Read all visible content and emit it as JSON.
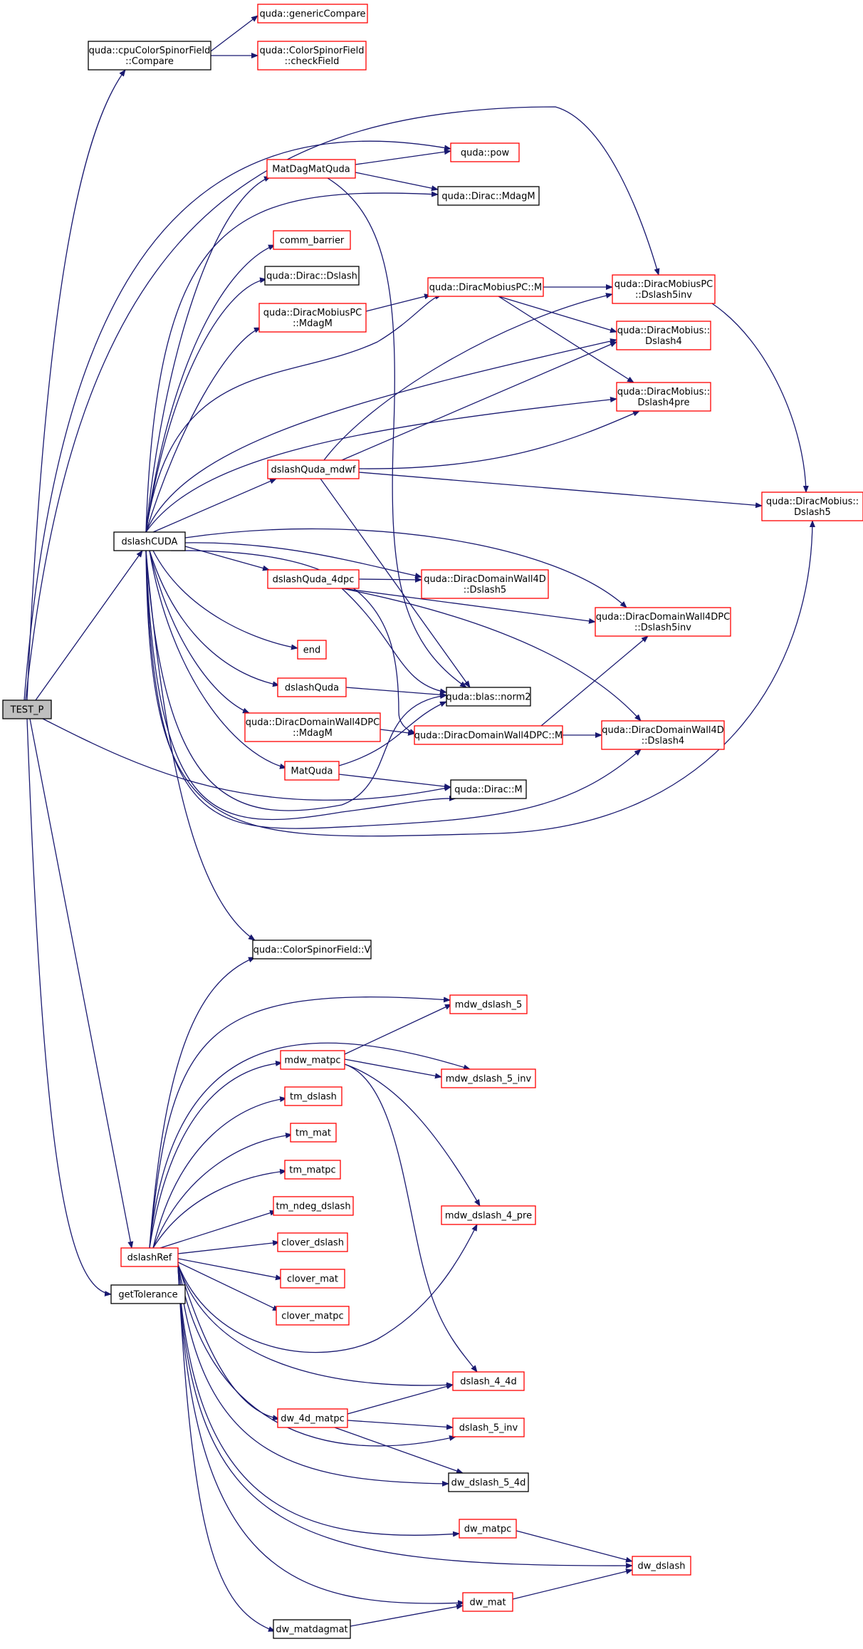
{
  "colors": {
    "edge": "#191970",
    "node_border_red": "#ff0000",
    "node_border_black": "#000000",
    "root_fill": "#bfbfbf",
    "node_fill": "#ffffff"
  },
  "nodes": [
    {
      "id": "test_p",
      "lines": [
        "TEST_P"
      ],
      "style": "root"
    },
    {
      "id": "cpu_compare",
      "lines": [
        "quda::cpuColorSpinorField",
        "::Compare"
      ],
      "style": "black"
    },
    {
      "id": "generic_compare",
      "lines": [
        "quda::genericCompare"
      ],
      "style": "red"
    },
    {
      "id": "check_field",
      "lines": [
        "quda::ColorSpinorField",
        "::checkField"
      ],
      "style": "red"
    },
    {
      "id": "dslash_cuda",
      "lines": [
        "dslashCUDA"
      ],
      "style": "black"
    },
    {
      "id": "dslash_ref",
      "lines": [
        "dslashRef"
      ],
      "style": "red"
    },
    {
      "id": "get_tolerance",
      "lines": [
        "getTolerance"
      ],
      "style": "black"
    },
    {
      "id": "matdagmatquda",
      "lines": [
        "MatDagMatQuda"
      ],
      "style": "red"
    },
    {
      "id": "pow",
      "lines": [
        "quda::pow"
      ],
      "style": "red"
    },
    {
      "id": "mdagm",
      "lines": [
        "quda::Dirac::MdagM"
      ],
      "style": "black"
    },
    {
      "id": "comm_barrier",
      "lines": [
        "comm_barrier"
      ],
      "style": "red"
    },
    {
      "id": "dirac_dslash",
      "lines": [
        "quda::Dirac::Dslash"
      ],
      "style": "black"
    },
    {
      "id": "mobiuspc_mdagm",
      "lines": [
        "quda::DiracMobiusPC",
        "::MdagM"
      ],
      "style": "red"
    },
    {
      "id": "mobiuspc_m",
      "lines": [
        "quda::DiracMobiusPC::M"
      ],
      "style": "red"
    },
    {
      "id": "dslash5inv",
      "lines": [
        "quda::DiracMobiusPC",
        "::Dslash5inv"
      ],
      "style": "red"
    },
    {
      "id": "mobius_dslash4",
      "lines": [
        "quda::DiracMobius::",
        "Dslash4"
      ],
      "style": "red"
    },
    {
      "id": "mobius_dslash4pre",
      "lines": [
        "quda::DiracMobius::",
        "Dslash4pre"
      ],
      "style": "red"
    },
    {
      "id": "dslashquda_mdwf",
      "lines": [
        "dslashQuda_mdwf"
      ],
      "style": "red"
    },
    {
      "id": "mobius_dslash5",
      "lines": [
        "quda::DiracMobius::",
        "Dslash5"
      ],
      "style": "red"
    },
    {
      "id": "dslashquda_4dpc",
      "lines": [
        "dslashQuda_4dpc"
      ],
      "style": "red"
    },
    {
      "id": "dw4d_dslash5",
      "lines": [
        "quda::DiracDomainWall4D",
        "::Dslash5"
      ],
      "style": "red"
    },
    {
      "id": "dw4dpc_dslash5inv",
      "lines": [
        "quda::DiracDomainWall4DPC",
        "::Dslash5inv"
      ],
      "style": "red"
    },
    {
      "id": "end",
      "lines": [
        "end"
      ],
      "style": "red"
    },
    {
      "id": "dslashquda",
      "lines": [
        "dslashQuda"
      ],
      "style": "red"
    },
    {
      "id": "blas_norm2",
      "lines": [
        "quda::blas::norm2"
      ],
      "style": "black"
    },
    {
      "id": "dw4dpc_mdagm",
      "lines": [
        "quda::DiracDomainWall4DPC",
        "::MdagM"
      ],
      "style": "red"
    },
    {
      "id": "dw4dpc_m",
      "lines": [
        "quda::DiracDomainWall4DPC::M"
      ],
      "style": "red"
    },
    {
      "id": "dw4d_dslash4",
      "lines": [
        "quda::DiracDomainWall4D",
        "::Dslash4"
      ],
      "style": "red"
    },
    {
      "id": "matquda",
      "lines": [
        "MatQuda"
      ],
      "style": "red"
    },
    {
      "id": "dirac_m",
      "lines": [
        "quda::Dirac::M"
      ],
      "style": "black"
    },
    {
      "id": "csf_v",
      "lines": [
        "quda::ColorSpinorField::V"
      ],
      "style": "black"
    },
    {
      "id": "mdw_dslash_5",
      "lines": [
        "mdw_dslash_5"
      ],
      "style": "red"
    },
    {
      "id": "mdw_matpc",
      "lines": [
        "mdw_matpc"
      ],
      "style": "red"
    },
    {
      "id": "mdw_dslash_5_inv",
      "lines": [
        "mdw_dslash_5_inv"
      ],
      "style": "red"
    },
    {
      "id": "tm_dslash",
      "lines": [
        "tm_dslash"
      ],
      "style": "red"
    },
    {
      "id": "tm_mat",
      "lines": [
        "tm_mat"
      ],
      "style": "red"
    },
    {
      "id": "tm_matpc",
      "lines": [
        "tm_matpc"
      ],
      "style": "red"
    },
    {
      "id": "tm_ndeg_dslash",
      "lines": [
        "tm_ndeg_dslash"
      ],
      "style": "red"
    },
    {
      "id": "mdw_dslash_4_pre",
      "lines": [
        "mdw_dslash_4_pre"
      ],
      "style": "red"
    },
    {
      "id": "clover_dslash",
      "lines": [
        "clover_dslash"
      ],
      "style": "red"
    },
    {
      "id": "clover_mat",
      "lines": [
        "clover_mat"
      ],
      "style": "red"
    },
    {
      "id": "clover_matpc",
      "lines": [
        "clover_matpc"
      ],
      "style": "red"
    },
    {
      "id": "dslash_4_4d",
      "lines": [
        "dslash_4_4d"
      ],
      "style": "red"
    },
    {
      "id": "dw_4d_matpc",
      "lines": [
        "dw_4d_matpc"
      ],
      "style": "red"
    },
    {
      "id": "dslash_5_inv",
      "lines": [
        "dslash_5_inv"
      ],
      "style": "red"
    },
    {
      "id": "dw_dslash_5_4d",
      "lines": [
        "dw_dslash_5_4d"
      ],
      "style": "black"
    },
    {
      "id": "dw_matpc",
      "lines": [
        "dw_matpc"
      ],
      "style": "red"
    },
    {
      "id": "dw_dslash",
      "lines": [
        "dw_dslash"
      ],
      "style": "red"
    },
    {
      "id": "dw_mat",
      "lines": [
        "dw_mat"
      ],
      "style": "red"
    },
    {
      "id": "dw_matdagmat",
      "lines": [
        "dw_matdagmat"
      ],
      "style": "black"
    }
  ],
  "edges": [
    [
      "test_p",
      "cpu_compare"
    ],
    [
      "test_p",
      "dslash_cuda"
    ],
    [
      "test_p",
      "dslash_ref"
    ],
    [
      "test_p",
      "get_tolerance"
    ],
    [
      "test_p",
      "pow"
    ],
    [
      "test_p",
      "dslash5inv"
    ],
    [
      "test_p",
      "dirac_m"
    ],
    [
      "cpu_compare",
      "generic_compare"
    ],
    [
      "cpu_compare",
      "check_field"
    ],
    [
      "dslash_cuda",
      "matdagmatquda"
    ],
    [
      "dslash_cuda",
      "mdagm"
    ],
    [
      "dslash_cuda",
      "comm_barrier"
    ],
    [
      "dslash_cuda",
      "dirac_dslash"
    ],
    [
      "dslash_cuda",
      "mobiuspc_mdagm"
    ],
    [
      "dslash_cuda",
      "mobiuspc_m"
    ],
    [
      "dslash_cuda",
      "mobius_dslash4"
    ],
    [
      "dslash_cuda",
      "mobius_dslash4pre"
    ],
    [
      "dslash_cuda",
      "dslashquda_mdwf"
    ],
    [
      "dslash_cuda",
      "dw4d_dslash5"
    ],
    [
      "dslash_cuda",
      "dw4dpc_dslash5inv"
    ],
    [
      "dslash_cuda",
      "dslashquda_4dpc"
    ],
    [
      "dslash_cuda",
      "end"
    ],
    [
      "dslash_cuda",
      "dslashquda"
    ],
    [
      "dslash_cuda",
      "dw4dpc_mdagm"
    ],
    [
      "dslash_cuda",
      "dw4dpc_m"
    ],
    [
      "dslash_cuda",
      "matquda"
    ],
    [
      "dslash_cuda",
      "blas_norm2"
    ],
    [
      "dslash_cuda",
      "dirac_m"
    ],
    [
      "dslash_cuda",
      "dw4d_dslash4"
    ],
    [
      "dslash_cuda",
      "mobius_dslash5"
    ],
    [
      "dslash_cuda",
      "csf_v"
    ],
    [
      "matdagmatquda",
      "pow"
    ],
    [
      "matdagmatquda",
      "mdagm"
    ],
    [
      "matdagmatquda",
      "blas_norm2"
    ],
    [
      "mobiuspc_mdagm",
      "mobiuspc_m"
    ],
    [
      "mobiuspc_m",
      "dslash5inv"
    ],
    [
      "mobiuspc_m",
      "mobius_dslash4"
    ],
    [
      "mobiuspc_m",
      "mobius_dslash4pre"
    ],
    [
      "dslash5inv",
      "mobius_dslash5"
    ],
    [
      "dslashquda_mdwf",
      "dslash5inv"
    ],
    [
      "dslashquda_mdwf",
      "mobius_dslash4"
    ],
    [
      "dslashquda_mdwf",
      "mobius_dslash4pre"
    ],
    [
      "dslashquda_mdwf",
      "mobius_dslash5"
    ],
    [
      "dslashquda_mdwf",
      "blas_norm2"
    ],
    [
      "dslashquda_4dpc",
      "dw4d_dslash5"
    ],
    [
      "dslashquda_4dpc",
      "dw4dpc_dslash5inv"
    ],
    [
      "dslashquda_4dpc",
      "dw4d_dslash4"
    ],
    [
      "dslashquda_4dpc",
      "blas_norm2"
    ],
    [
      "dslashquda",
      "blas_norm2"
    ],
    [
      "dw4dpc_mdagm",
      "dw4dpc_m"
    ],
    [
      "dw4dpc_m",
      "dw4dpc_dslash5inv"
    ],
    [
      "dw4dpc_m",
      "dw4d_dslash4"
    ],
    [
      "matquda",
      "dirac_m"
    ],
    [
      "matquda",
      "blas_norm2"
    ],
    [
      "dslash_ref",
      "csf_v"
    ],
    [
      "dslash_ref",
      "mdw_dslash_5"
    ],
    [
      "dslash_ref",
      "mdw_matpc"
    ],
    [
      "dslash_ref",
      "mdw_dslash_5_inv"
    ],
    [
      "dslash_ref",
      "tm_dslash"
    ],
    [
      "dslash_ref",
      "tm_mat"
    ],
    [
      "dslash_ref",
      "tm_matpc"
    ],
    [
      "dslash_ref",
      "tm_ndeg_dslash"
    ],
    [
      "dslash_ref",
      "clover_dslash"
    ],
    [
      "dslash_ref",
      "clover_mat"
    ],
    [
      "dslash_ref",
      "clover_matpc"
    ],
    [
      "dslash_ref",
      "mdw_dslash_4_pre"
    ],
    [
      "dslash_ref",
      "dslash_4_4d"
    ],
    [
      "dslash_ref",
      "dw_4d_matpc"
    ],
    [
      "dslash_ref",
      "dslash_5_inv"
    ],
    [
      "dslash_ref",
      "dw_dslash_5_4d"
    ],
    [
      "dslash_ref",
      "dw_matpc"
    ],
    [
      "dslash_ref",
      "dw_dslash"
    ],
    [
      "dslash_ref",
      "dw_mat"
    ],
    [
      "dslash_ref",
      "dw_matdagmat"
    ],
    [
      "mdw_matpc",
      "mdw_dslash_5"
    ],
    [
      "mdw_matpc",
      "mdw_dslash_5_inv"
    ],
    [
      "mdw_matpc",
      "mdw_dslash_4_pre"
    ],
    [
      "mdw_matpc",
      "dslash_4_4d"
    ],
    [
      "dw_4d_matpc",
      "dslash_4_4d"
    ],
    [
      "dw_4d_matpc",
      "dslash_5_inv"
    ],
    [
      "dw_4d_matpc",
      "dw_dslash_5_4d"
    ],
    [
      "dw_matpc",
      "dw_dslash"
    ],
    [
      "dw_mat",
      "dw_dslash"
    ],
    [
      "dw_matdagmat",
      "dw_mat"
    ]
  ]
}
